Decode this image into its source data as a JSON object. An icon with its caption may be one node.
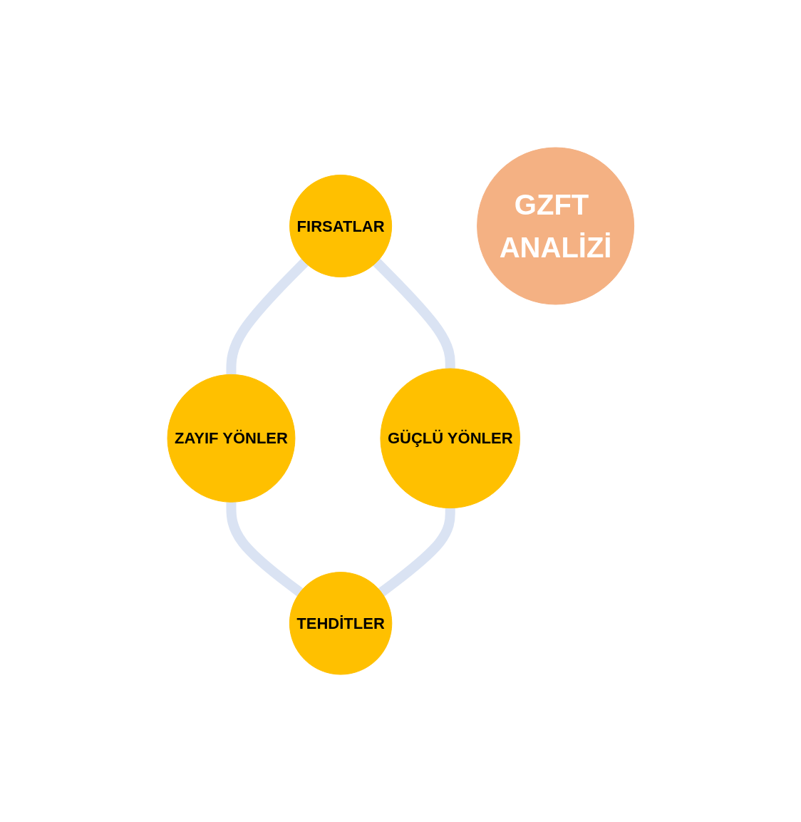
{
  "diagram": {
    "nodes": [
      {
        "text": [
          "FIRSATLAR"
        ]
      },
      {
        "text": [
          "GÜÇLÜ YÖNLER"
        ]
      },
      {
        "text": [
          "GZFT ANALİZİ"
        ]
      },
      {
        "text": [
          "ZAYIF YÖNLER"
        ]
      },
      {
        "text": [
          "TEHDİTLER"
        ]
      }
    ],
    "edges": [
      {
        "from": 0,
        "to": 3,
        "arrow": "none"
      },
      {
        "from": 0,
        "to": 1,
        "arrow": "none"
      },
      {
        "from": 3,
        "to": 4,
        "arrow": "none"
      },
      {
        "from": 1,
        "to": 4,
        "arrow": "none"
      }
    ]
  }
}
